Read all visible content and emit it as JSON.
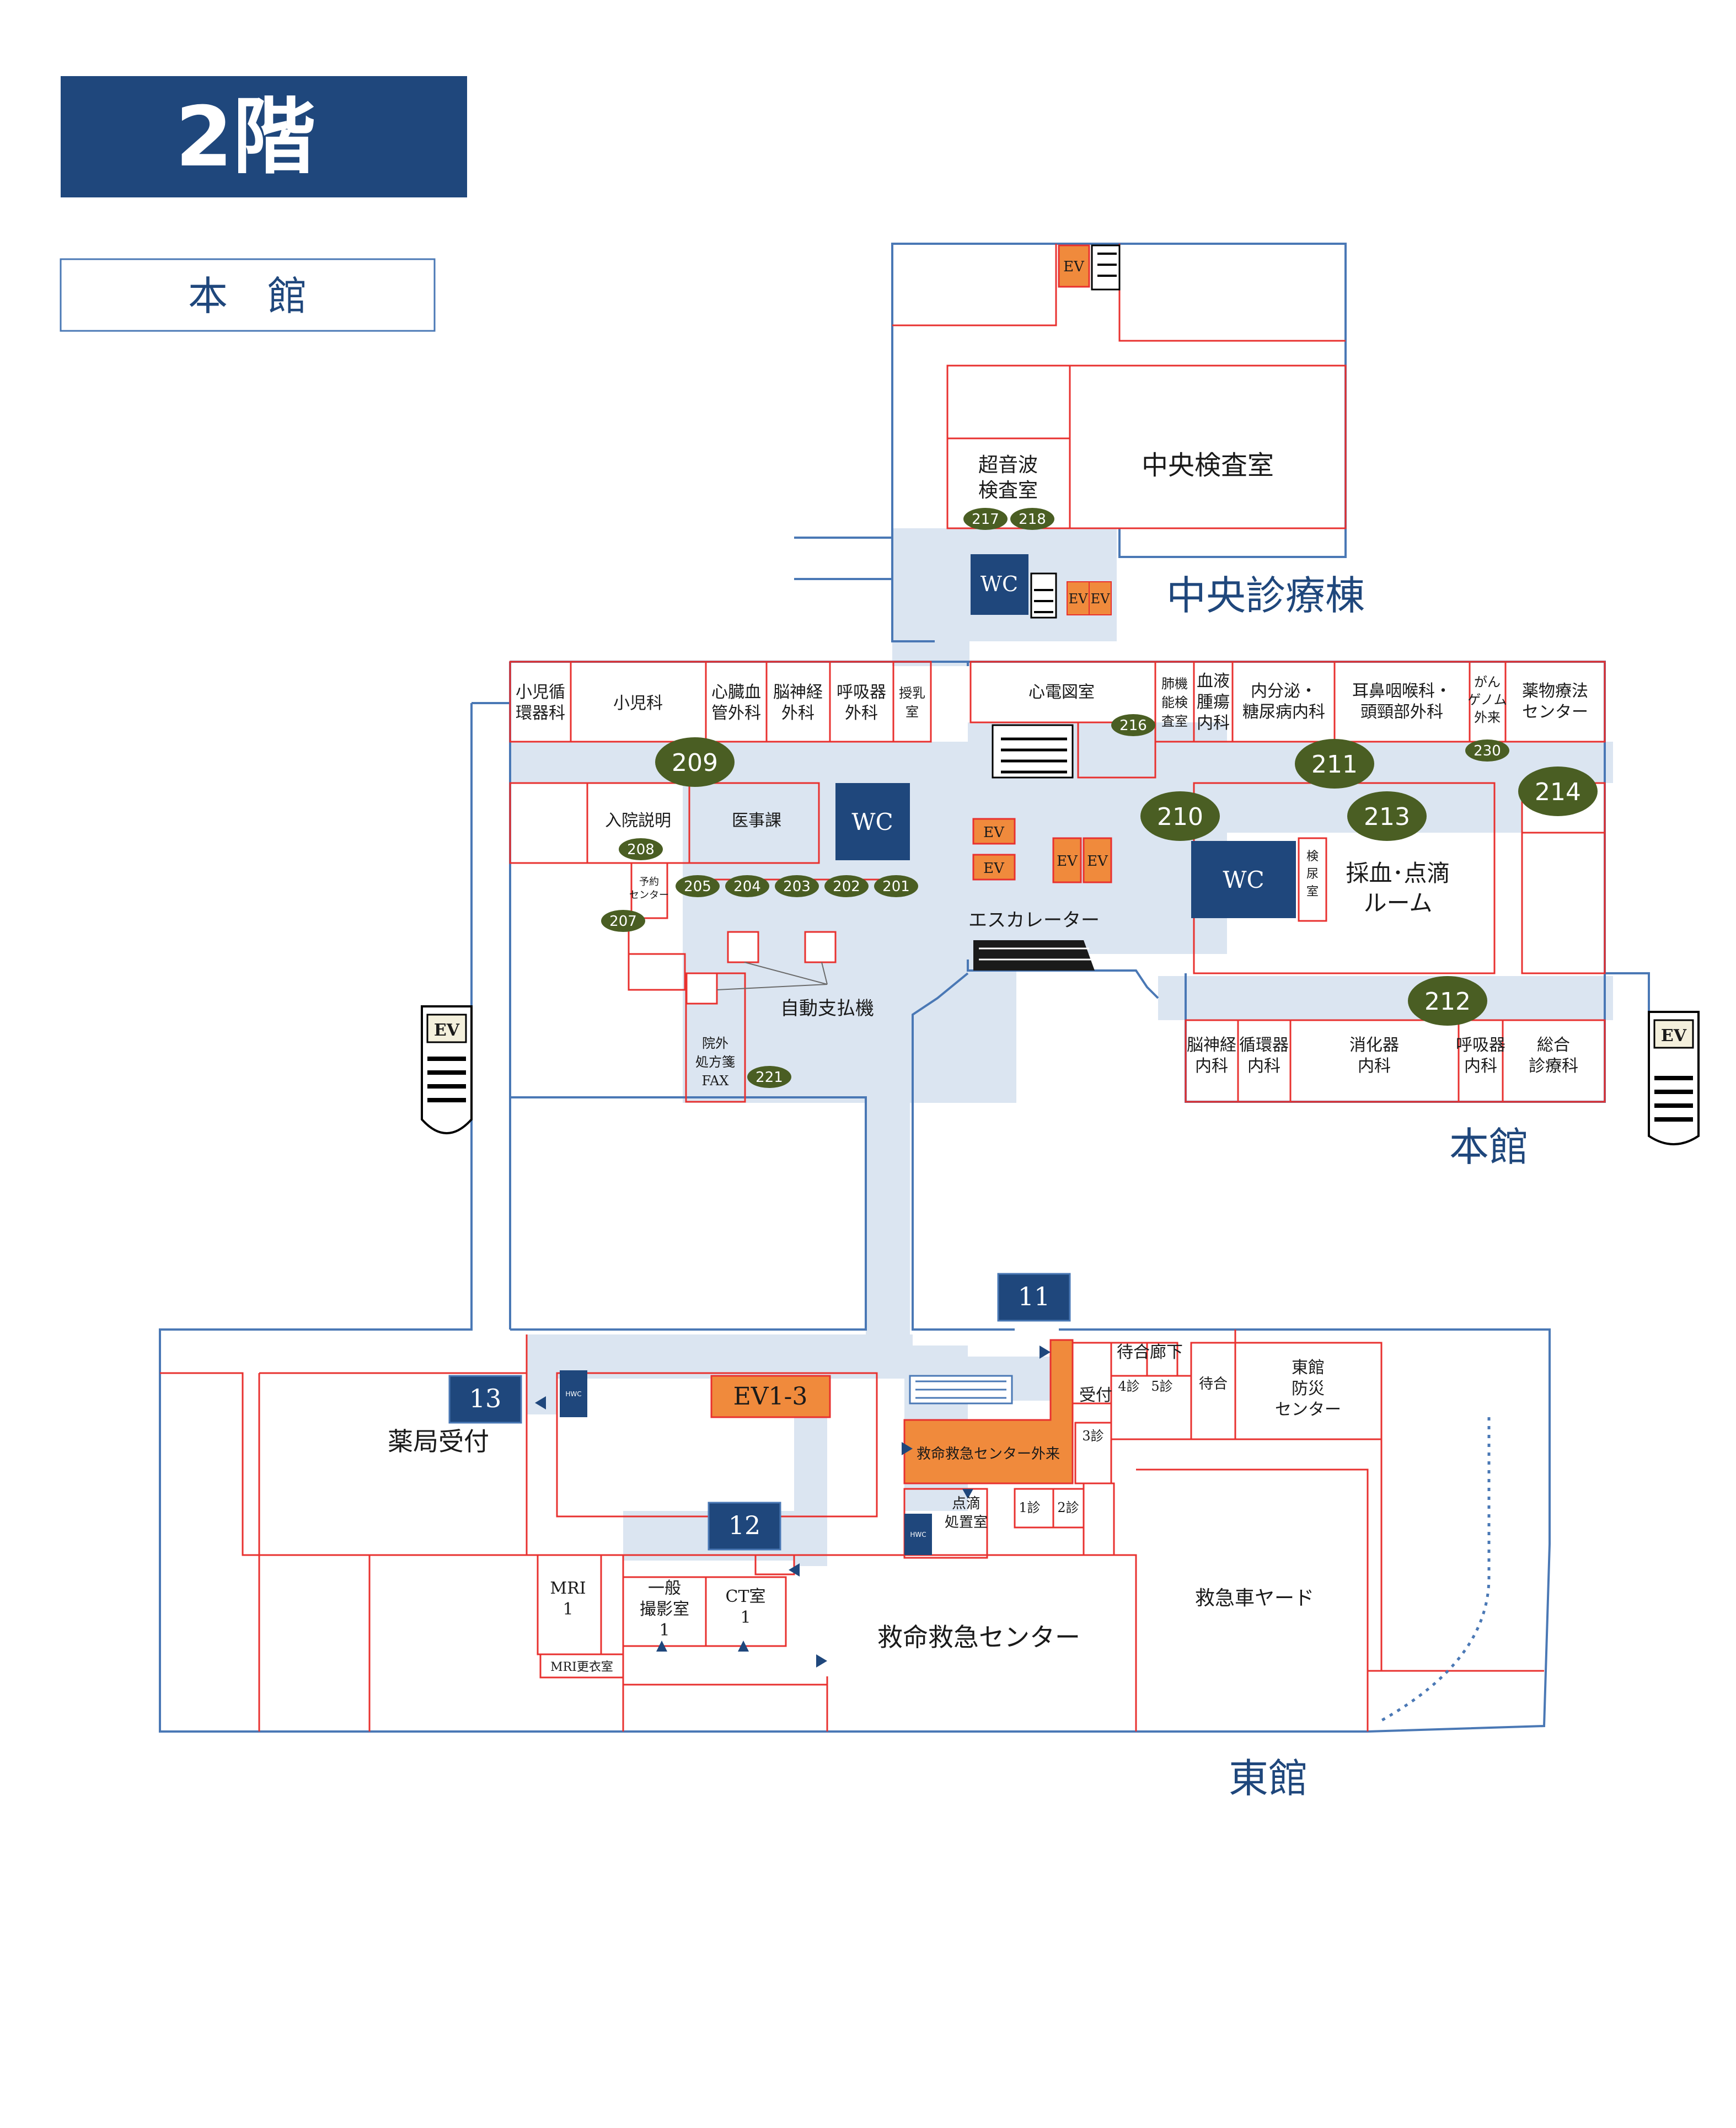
{
  "header": {
    "floor_title": "2階",
    "building_label": "本　館"
  },
  "colors": {
    "navy": "#1f477c",
    "corridor": "#dbe5f1",
    "room_line": "#e8312f",
    "wall_line": "#4a78b5",
    "orange": "#f08a3c",
    "olive": "#4a5e23",
    "text": "#1a1a1a"
  },
  "buildings": {
    "central": "中央診療棟",
    "main": "本館",
    "east": "東館"
  },
  "elevators": {
    "ev": "EV",
    "ev1_3": "EV1-3",
    "escalator": "エスカレーター",
    "wc": "WC",
    "hwc": "HWC"
  },
  "entrances": {
    "e11": "11",
    "e12": "12",
    "e13": "13"
  },
  "rooms": {
    "ultrasound": "超音波\n検査室",
    "central_lab": "中央検査室",
    "pediatric_cardio": "小児循\n環器科",
    "pediatrics": "小児科",
    "cardio_surgery": "心臓血\n管外科",
    "neurosurgery": "脳神経\n外科",
    "resp_surgery": "呼吸器\n外科",
    "nursing": "授乳\n室",
    "ecg": "心電図室",
    "lung_function": "肺機\n能検\n査室",
    "hematology": "血液\n腫瘍\n内科",
    "endocrine": "内分泌・\n糖尿病内科",
    "ent": "耳鼻咽喉科・\n頭頸部外科",
    "cancer_genome": "がん\nゲノム\n外来",
    "pharmacotherapy": "薬物療法\nセンター",
    "admission": "入院説明",
    "medical_affairs": "医事課",
    "reservation": "予約\nセンター",
    "payment": "自動支払機",
    "outpatient_rx": "院外\n処方箋\nFAX",
    "blood_draw": "採血･点滴\nルーム",
    "urine": "検\n尿\n室",
    "neurology": "脳神経\n内科",
    "cardiology": "循環器\n内科",
    "gastro": "消化器\n内科",
    "respiratory": "呼吸器\n内科",
    "general": "総合\n診療科",
    "pharmacy": "薬局受付",
    "waiting_corridor": "待合廊下",
    "reception": "受付",
    "exam4": "4診",
    "exam5": "5診",
    "exam3": "3診",
    "exam1": "1診",
    "exam2": "2診",
    "waiting": "待合",
    "disaster_center": "東館\n防災\nセンター",
    "er_outpatient": "救命救急センター外来",
    "drip": "点滴\n処置室",
    "mri1": "MRI\n1",
    "xray": "一般\n撮影室\n1",
    "ct": "CT室\n1",
    "mri_changing": "MRI更衣室",
    "emergency_center": "救命救急センター",
    "ambulance_yard": "救急車ヤード"
  },
  "room_numbers": [
    "201",
    "202",
    "203",
    "204",
    "205",
    "207",
    "208",
    "209",
    "210",
    "211",
    "212",
    "213",
    "214",
    "216",
    "217",
    "218",
    "221",
    "230"
  ]
}
